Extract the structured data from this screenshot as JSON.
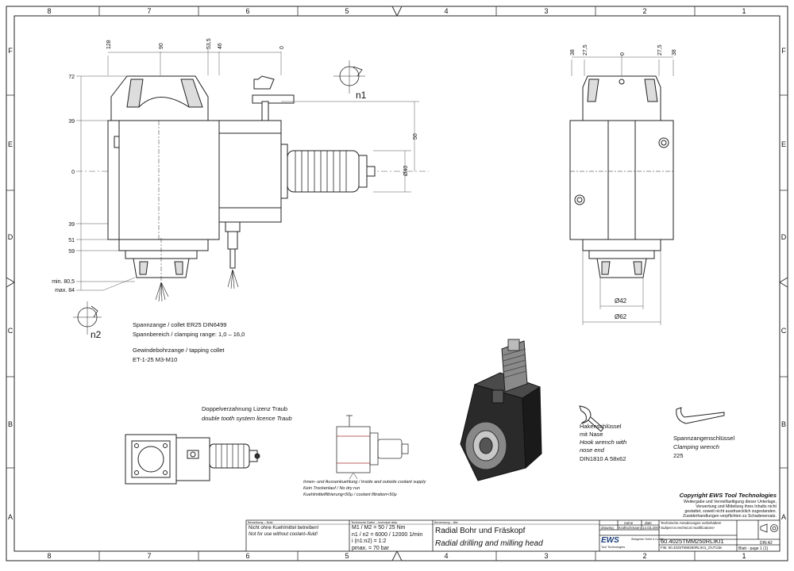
{
  "grid": {
    "cols": [
      "8",
      "7",
      "6",
      "5",
      "4",
      "3",
      "2",
      "1"
    ],
    "rows": [
      "F",
      "E",
      "D",
      "C",
      "B",
      "A"
    ]
  },
  "front_view": {
    "top_dims": [
      "128",
      "90",
      "53,5",
      "46",
      "0"
    ],
    "left_dims": [
      "72",
      "39",
      "0",
      "39",
      "51",
      "59"
    ],
    "min_label": "min. 80,5",
    "max_label": "max. 84",
    "dim_50": "50",
    "dim_d40": "Ø40",
    "rot1": "n1",
    "rot2": "n2"
  },
  "side_view": {
    "top_dims": [
      "38",
      "27,5",
      "0",
      "27,5",
      "38"
    ],
    "dim_d42": "Ø42",
    "dim_d62": "Ø62"
  },
  "specs": {
    "line1": "Spannzange / collet    ER25    DIN6499",
    "line2": "Spannbereich / clamping range: 1,0 – 16,0",
    "line3": "Gewindebohrzange / tapping collet",
    "line4": "ET-1-25   M3-M10"
  },
  "traub": {
    "line1": "Doppelverzahnung Lizenz Traub",
    "line2": "double tooth system licence Traub"
  },
  "coolant": {
    "line1": "Innen- und Aussenkuehlung / Inside and outside coolant supply",
    "line2": "Kein Trockenlauf / No dry run",
    "line3": "Kuehlmittelfiltrierung<50μ / coolant filtration<50μ"
  },
  "hook_wrench": {
    "line1": "Hakenschlüssel",
    "line2": "mit Nase",
    "line3": "Hook wrench with",
    "line4": "nose end",
    "line5": "DIN1810 A 58x62"
  },
  "clamp_wrench": {
    "line1": "Spannzangenschlüssel",
    "line2": "Clamping wrench",
    "line3": "225"
  },
  "copyright": {
    "title": "Copyright EWS Tool Technologies",
    "l1": "Weitergabe und Vervielfaeltigung dieser Unterlage,",
    "l2": "Verwertung und Mitteilung ihres Inhalts nicht",
    "l3": "gestattet, soweit nicht ausdruecklich zugestanden.",
    "l4": "Zuwiderhandlungen verpflichten zu Schadenersatz."
  },
  "title_block": {
    "remark_hdr": "Bemerkung – Note",
    "remark1": "Nicht ohne Kuehlmittel betreiben!",
    "remark2": "Not for use without coolant–fluid!",
    "tech_hdr": "Technische Daten – technical data",
    "m_label": "M1 / M2 = 50 / 25  Nm",
    "n_label": "n1 / n2 = 6000 / 12000  1/min",
    "i_label": "i  (n1:n2) = 1:2",
    "p_label": "pmax.     = 70  bar",
    "desc_hdr": "Benennung – title",
    "title_de": "Radial Bohr und Fräskopf",
    "title_en": "Radial drilling and milling head",
    "name_hdr": "name",
    "date_hdr": "date",
    "drawing": "drawing",
    "author": "Kraftschmann",
    "date": "14.03.2007",
    "tech_changes_de": "Technische Aenderungen vorbehalten!",
    "tech_changes_en": "Subject to technical modifications!",
    "logo": "EWS",
    "logo_sub": "Tool Technologies",
    "address": "Weisgerber GmbH & Co. KG",
    "part_no": "60.4025TMM250RLIKI1",
    "file": "File: 60.4025TMM250RLIKI1_OUT.idw",
    "format": "DIN A2",
    "sheet": "Blatt - page  1 (1)"
  }
}
